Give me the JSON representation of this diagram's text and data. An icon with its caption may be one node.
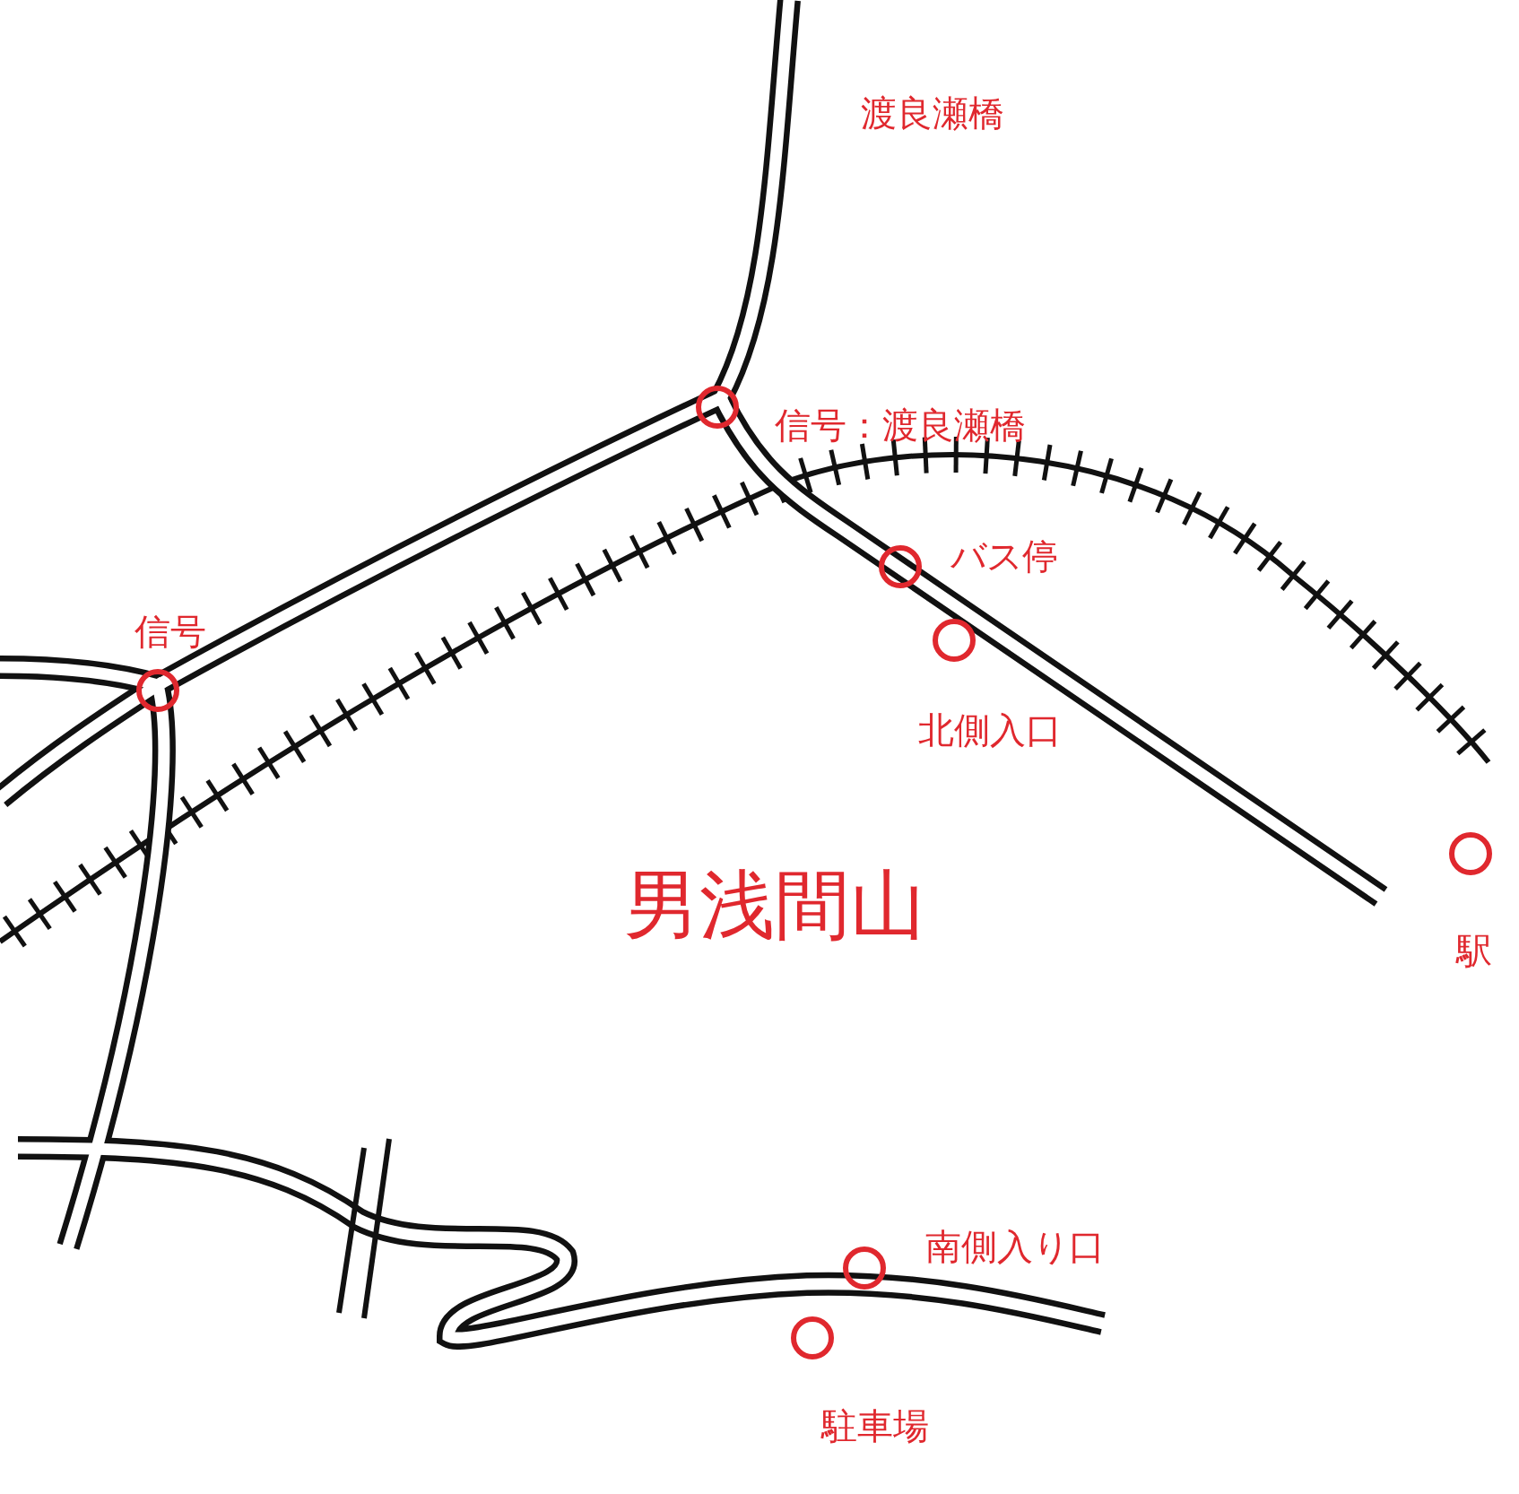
{
  "diagram": {
    "nodes": [
      {
        "text": [],
        "shape": "circle",
        "beside": [
          "信号"
        ]
      },
      {
        "text": [],
        "shape": "circle",
        "beside": [
          "信号：渡良瀬橋"
        ]
      },
      {
        "text": [],
        "shape": "circle",
        "beside": [
          "バス停"
        ]
      },
      {
        "text": [],
        "shape": "circle",
        "beside": [
          "北側入口"
        ]
      },
      {
        "text": [],
        "shape": "circle",
        "beside": [
          "駅"
        ]
      },
      {
        "text": [],
        "shape": "circle",
        "beside": [
          "南側入り口"
        ]
      },
      {
        "text": [],
        "shape": "circle",
        "beside": [
          "駐車場"
        ]
      }
    ],
    "labels": [
      "渡良瀬橋",
      "男浅間山"
    ]
  }
}
